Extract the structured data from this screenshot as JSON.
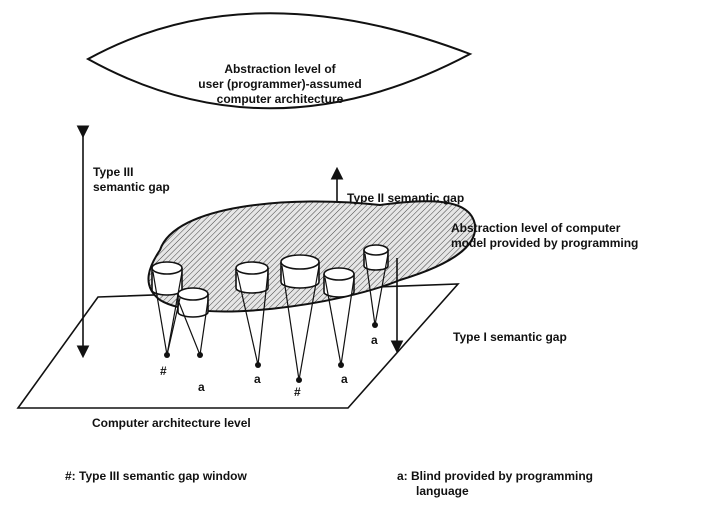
{
  "diagram": {
    "lens_label": [
      "Abstraction level of",
      "user (programmer)-assumed",
      "computer architecture"
    ],
    "type3_label": [
      "Type III",
      "semantic gap"
    ],
    "type2_label": "Type II semantic gap",
    "model_label": [
      "Abstraction level of computer",
      "model provided by programming"
    ],
    "type1_label": "Type I semantic gap",
    "plane_label": "Computer architecture level",
    "markers": {
      "window": "#",
      "blind": "a"
    },
    "legend": {
      "window": "#: Type III semantic gap window",
      "blind": [
        "a: Blind provided by programming",
        "language"
      ]
    }
  }
}
